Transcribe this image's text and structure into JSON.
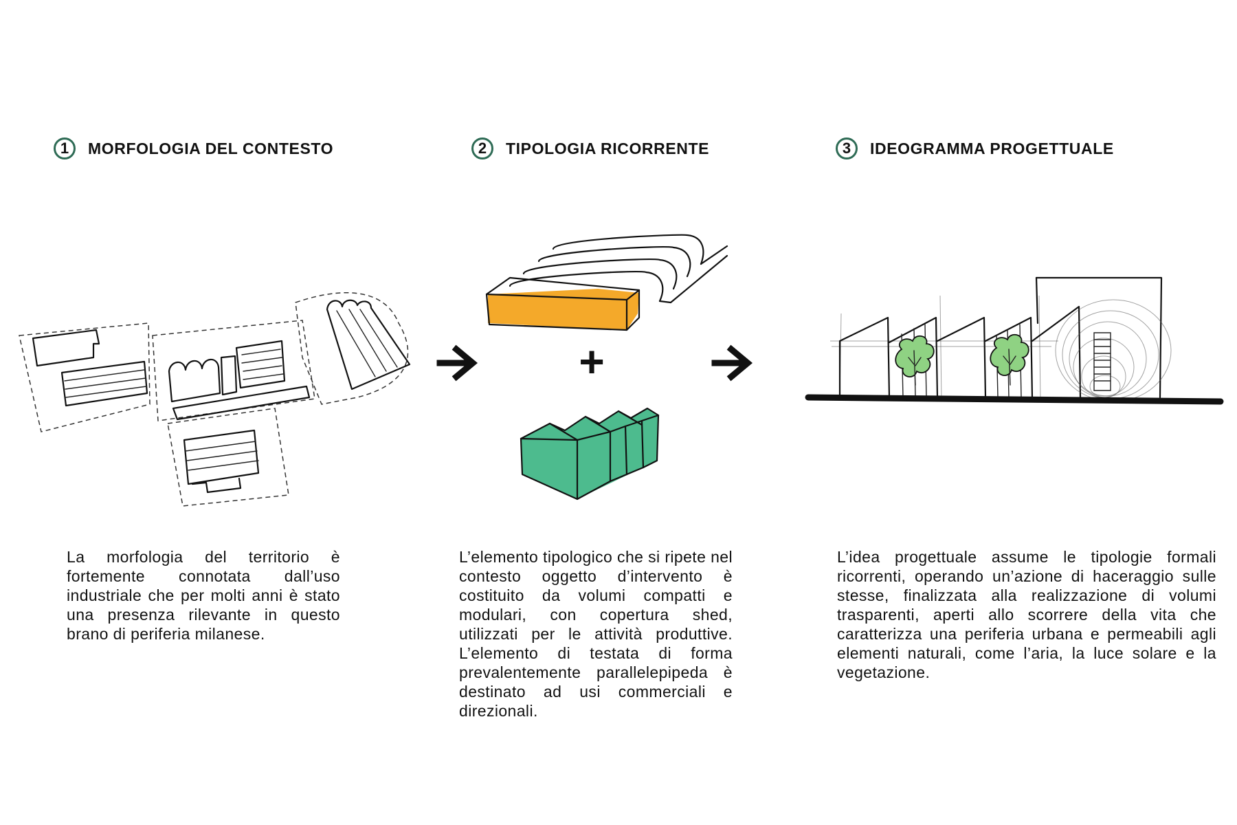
{
  "colors": {
    "accent_green": "#2e6b55",
    "orange_block": "#f4a92a",
    "green_block": "#4dbb8e",
    "tree_green": "#8fd283"
  },
  "sections": [
    {
      "number": "1",
      "title": "MORFOLOGIA DEL CONTESTO",
      "text": "La morfologia del territorio è fortemente connotata dall’uso industriale che per molti anni è stato una presenza rilevante in questo brano di periferia milanese."
    },
    {
      "number": "2",
      "title": "TIPOLOGIA RICORRENTE",
      "text": "L’elemento tipologico che si ripete nel contesto oggetto d’intervento è costituito da volumi compatti e modulari, con copertura shed, utilizzati per le attività produttive. L’elemento di testata di forma prevalentemente parallelepipeda è destinato ad usi commerciali e direzionali."
    },
    {
      "number": "3",
      "title": "IDEOGRAMMA PROGETTUALE",
      "text": "L’idea progettuale assume le tipologie formali ricorrenti, operando un’azione di haceraggio sulle stesse, finalizzata alla realizzazione di volumi trasparenti, aperti allo scorrere della vita che caratterizza una periferia urbana e permeabili agli elementi naturali, come l’aria, la luce solare e la vegetazione."
    }
  ],
  "symbols": {
    "plus": "+"
  },
  "icons": [
    "arrow-right-icon",
    "arrow-right-icon"
  ]
}
